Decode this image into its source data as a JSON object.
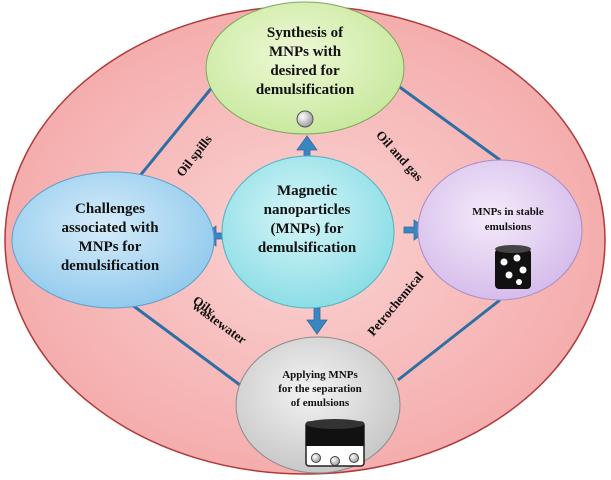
{
  "diagram": {
    "center": {
      "lines": [
        "Magnetic",
        "nanoparticles",
        "(MNPs) for",
        "demulsification"
      ],
      "color": "#a8e8ee"
    },
    "top": {
      "lines": [
        "Synthesis of",
        "MNPs with",
        "desired for",
        "demulsification"
      ],
      "color": "#d8f0b0"
    },
    "left": {
      "lines": [
        "Challenges",
        "associated with",
        "MNPs for",
        "demulsification"
      ],
      "color": "#a8d6f2"
    },
    "right": {
      "lines": [
        "MNPs in stable",
        "emulsions"
      ],
      "color": "#e4d2f2"
    },
    "bottom": {
      "lines": [
        "Applying MNPs",
        "for the separation",
        "of emulsions"
      ],
      "color": "#dcdcdc"
    },
    "edge_labels": {
      "oil_spills": "Oil spills",
      "oil_and_gas": "Oil and gas",
      "oily": "Oily",
      "wastewater": "wastewater",
      "petrochemical": "Petrochemical"
    },
    "colors": {
      "outer_circle": "#f5b8b8",
      "connector": "#2e6fa3",
      "arrow": "#3a86c0"
    },
    "icons": {
      "top": "sphere-icon",
      "right": "beaker-with-particles-icon",
      "bottom": "magnet-beaker-icon"
    }
  }
}
